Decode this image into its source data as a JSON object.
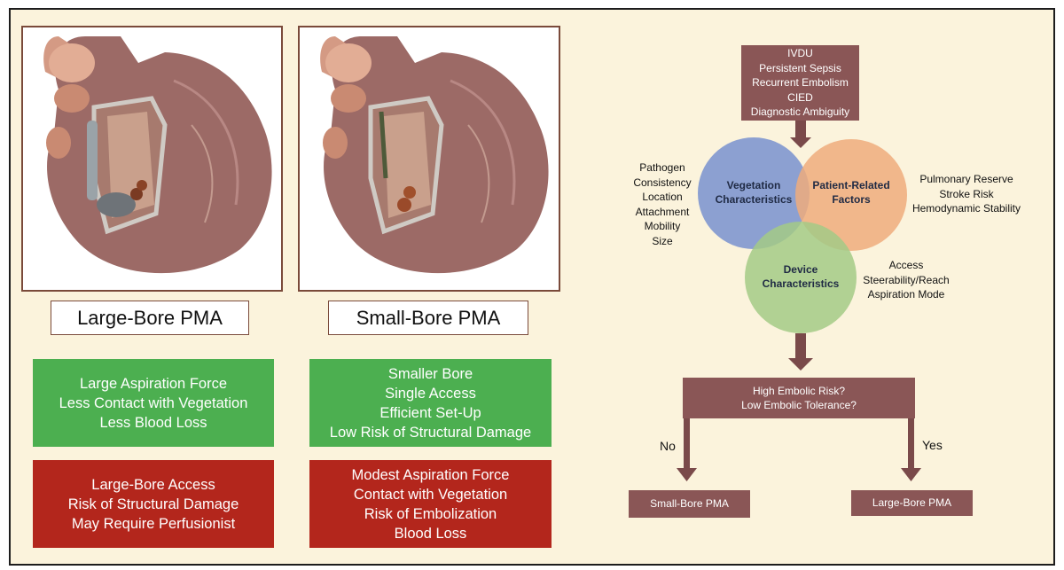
{
  "panels": [
    {
      "label": "Large-Bore PMA",
      "pros": [
        "Large Aspiration Force",
        "Less Contact with Vegetation",
        "Less Blood Loss"
      ],
      "cons": [
        "Large-Bore Access",
        "Risk of Structural Damage",
        "May Require Perfusionist"
      ]
    },
    {
      "label": "Small-Bore PMA",
      "pros": [
        "Smaller Bore",
        "Single Access",
        "Efficient Set-Up",
        "Low Risk of Structural Damage"
      ],
      "cons": [
        "Modest Aspiration Force",
        "Contact with Vegetation",
        "Risk of Embolization",
        "Blood Loss"
      ]
    }
  ],
  "flow": {
    "indications": [
      "IVDU",
      "Persistent Sepsis",
      "Recurrent Embolism",
      "CIED",
      "Diagnostic Ambiguity"
    ],
    "circles": {
      "vegetation": {
        "label": [
          "Vegetation",
          "Characteristics"
        ],
        "color": "#7f97cf"
      },
      "patient": {
        "label": [
          "Patient-Related",
          "Factors"
        ],
        "color": "#eeab7c"
      },
      "device": {
        "label": [
          "Device",
          "Characteristics"
        ],
        "color": "#a3ca86"
      }
    },
    "vegetation_factors": [
      "Pathogen",
      "Consistency",
      "Location",
      "Attachment",
      "Mobility",
      "Size"
    ],
    "patient_factors": [
      "Pulmonary Reserve",
      "Stroke Risk",
      "Hemodynamic Stability"
    ],
    "device_factors": [
      "Access",
      "Steerability/Reach",
      "Aspiration Mode"
    ],
    "decision": [
      "High Embolic Risk?",
      "Low Embolic Tolerance?"
    ],
    "no_label": "No",
    "yes_label": "Yes",
    "outcome_no": "Small-Bore PMA",
    "outcome_yes": "Large-Bore PMA"
  },
  "colors": {
    "background": "#fbf3dc",
    "mauve": "#8a5656",
    "green": "#4caf50",
    "red": "#b3261c"
  }
}
